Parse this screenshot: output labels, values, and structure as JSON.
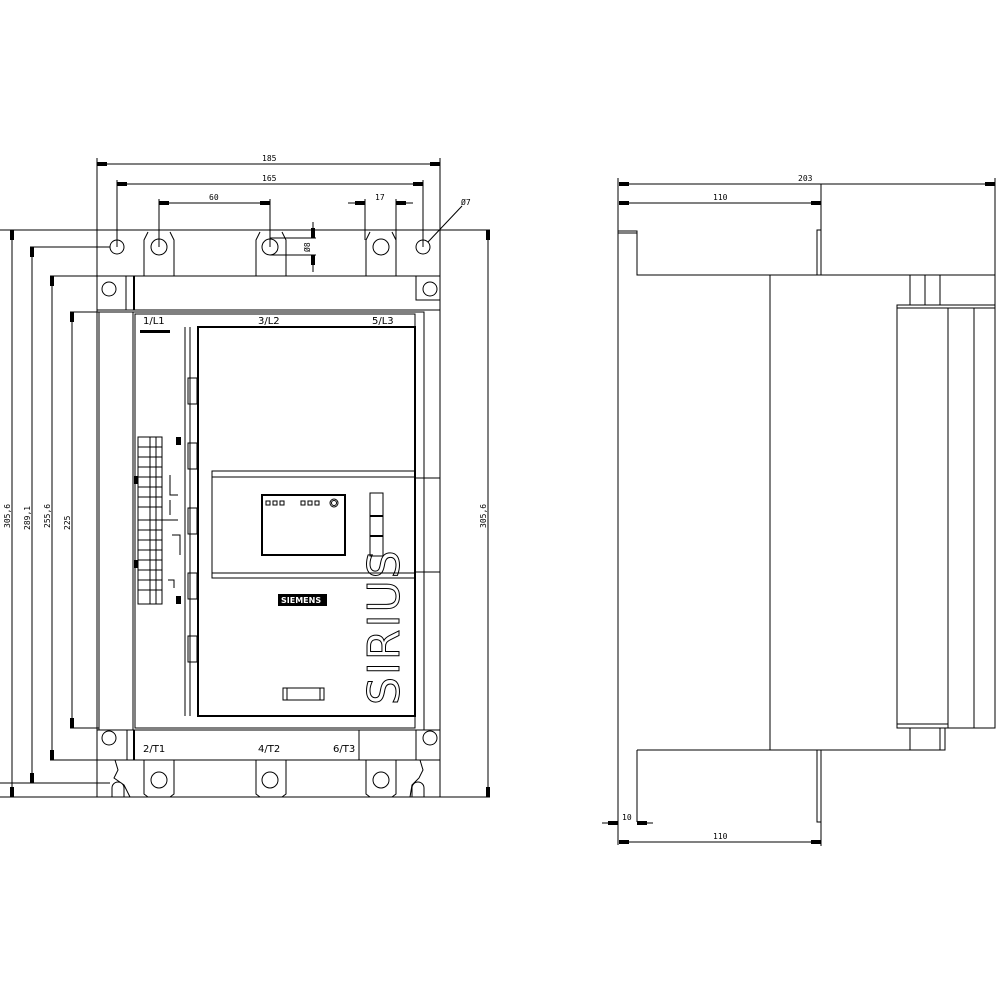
{
  "front_view": {
    "dimensions": {
      "width_overall": "185",
      "hole_spacing": "165",
      "lug_spacing": "60",
      "lug_width": "17",
      "hole_diameter": "Ø7",
      "lug_hole": "Ø8",
      "height_overall_left": "305,6",
      "height_holes": "289,1",
      "height_flange": "255,6",
      "height_body": "225",
      "height_overall_right": "305,6"
    },
    "terminals_top": [
      "1/L1",
      "3/L2",
      "5/L3"
    ],
    "terminals_bottom": [
      "2/T1",
      "4/T2",
      "6/T3"
    ],
    "brand_logo": "SIEMENS",
    "product_name": "SIRIUS"
  },
  "side_view": {
    "dimensions": {
      "depth_overall": "203",
      "depth_top": "110",
      "flange_thickness": "10",
      "depth_bottom": "110"
    }
  }
}
